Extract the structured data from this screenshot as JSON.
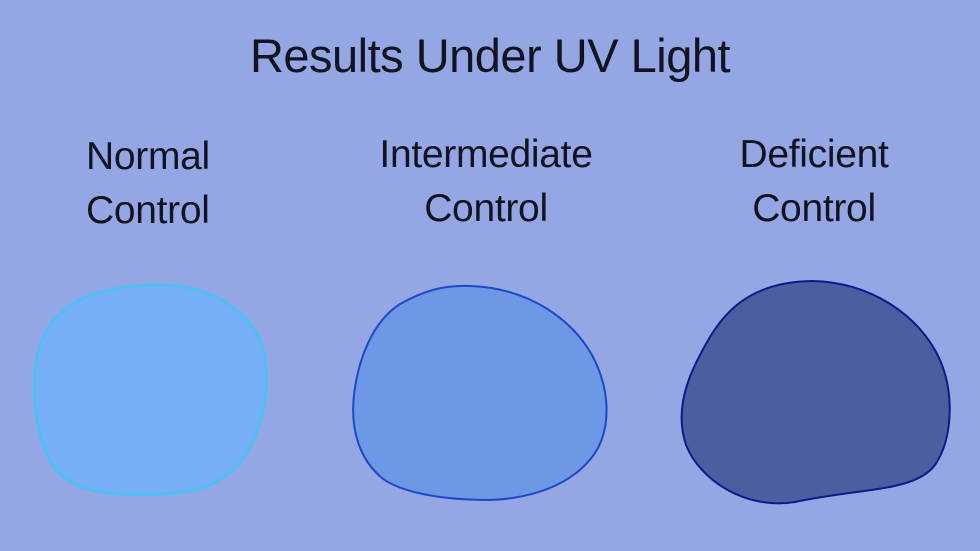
{
  "slide": {
    "title": "Results Under UV Light",
    "background_color": "#94a7e4"
  },
  "samples": [
    {
      "line1": "Normal",
      "line2": "Control",
      "fill_color": "#77aff6",
      "stroke_color": "#4fc0f4"
    },
    {
      "line1": "Intermediate",
      "line2": "Control",
      "fill_color": "#6d98e6",
      "stroke_color": "#1e48c8"
    },
    {
      "line1": "Deficient",
      "line2": "Control",
      "fill_color": "#4c5e9f",
      "stroke_color": "#0d1a8c"
    }
  ]
}
